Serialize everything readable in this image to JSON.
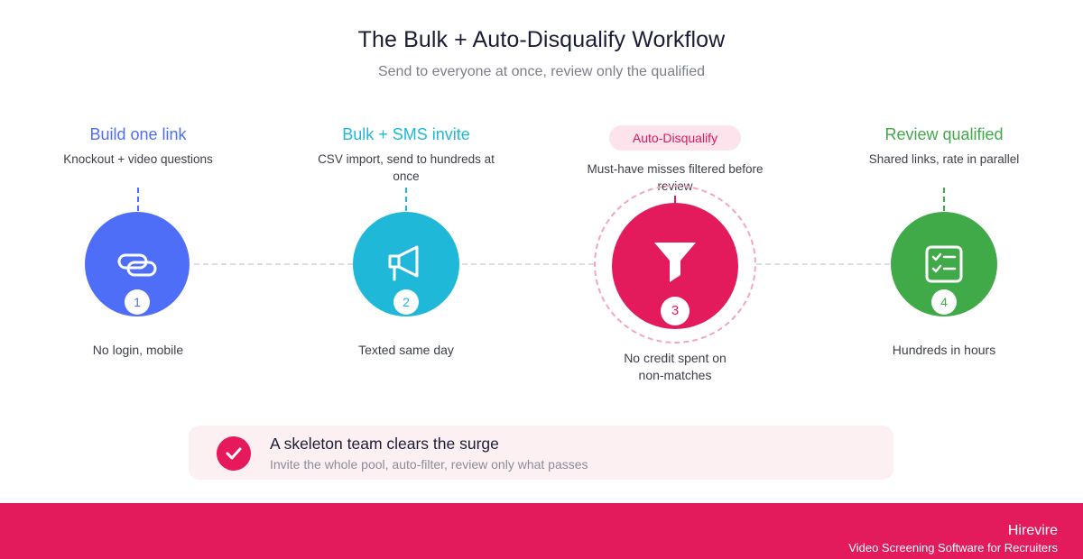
{
  "header": {
    "title": "The Bulk + Auto-Disqualify Workflow",
    "subtitle": "Send to everyone at once, review only the qualified"
  },
  "steps": [
    {
      "title": "Build one link",
      "description": "Knockout + video questions",
      "number": "1",
      "note": "No login, mobile",
      "color": "#4f6ef7",
      "icon": "link-icon"
    },
    {
      "title": "Bulk + SMS invite",
      "description": "CSV import, send to hundreds at once",
      "number": "2",
      "note": "Texted same day",
      "color": "#1fb8d8",
      "icon": "megaphone-icon"
    },
    {
      "title": "Auto-Disqualify",
      "description": "Must-have misses filtered before review",
      "number": "3",
      "note": "No credit spent on non-matches",
      "color": "#e31a5c",
      "icon": "funnel-icon"
    },
    {
      "title": "Review qualified",
      "description": "Shared links, rate in parallel",
      "number": "4",
      "note": "Hundreds in hours",
      "color": "#3faa47",
      "icon": "checklist-icon"
    }
  ],
  "callout": {
    "title": "A skeleton team clears the surge",
    "subtitle": "Invite the whole pool, auto-filter, review only what passes",
    "icon": "check-icon"
  },
  "footer": {
    "brand": "Hirevire",
    "tagline": "Video Screening Software for Recruiters"
  }
}
